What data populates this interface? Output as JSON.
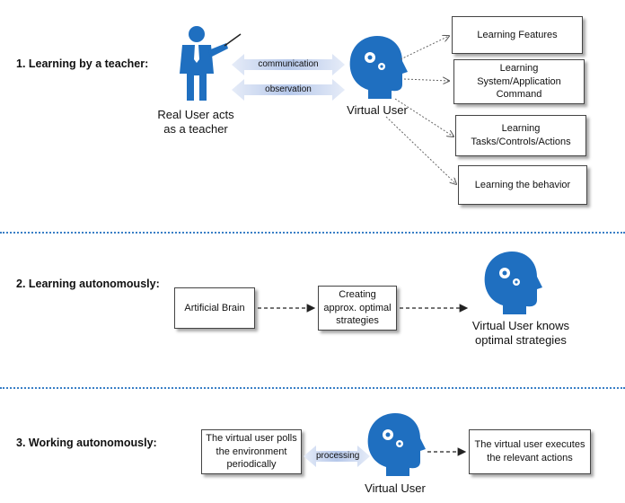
{
  "section1": {
    "title": "1. Learning by a teacher:",
    "real_user_caption_line1": "Real User acts",
    "real_user_caption_line2": "as a teacher",
    "arrow_top_label": "communication",
    "arrow_bottom_label": "observation",
    "virtual_user_caption": "Virtual User",
    "boxes": [
      "Learning Features",
      "Learning\nSystem/Application\nCommand",
      "Learning\nTasks/Controls/Actions",
      "Learning the behavior"
    ]
  },
  "section2": {
    "title": "2. Learning autonomously:",
    "box_brain": "Artificial Brain",
    "box_strategies": "Creating\napprox. optimal\nstrategies",
    "virtual_user_caption_line1": "Virtual User knows",
    "virtual_user_caption_line2": "optimal strategies"
  },
  "section3": {
    "title": "3. Working autonomously:",
    "box_polls": "The virtual user polls\nthe environment\nperiodically",
    "arrow_label": "processing",
    "box_executes": "The virtual user executes\nthe relevant actions",
    "virtual_user_caption": "Virtual User"
  },
  "colors": {
    "accent_blue": "#1f6fc0",
    "arrow_fill": "#c9d6ee",
    "separator": "#3a7fc6"
  }
}
